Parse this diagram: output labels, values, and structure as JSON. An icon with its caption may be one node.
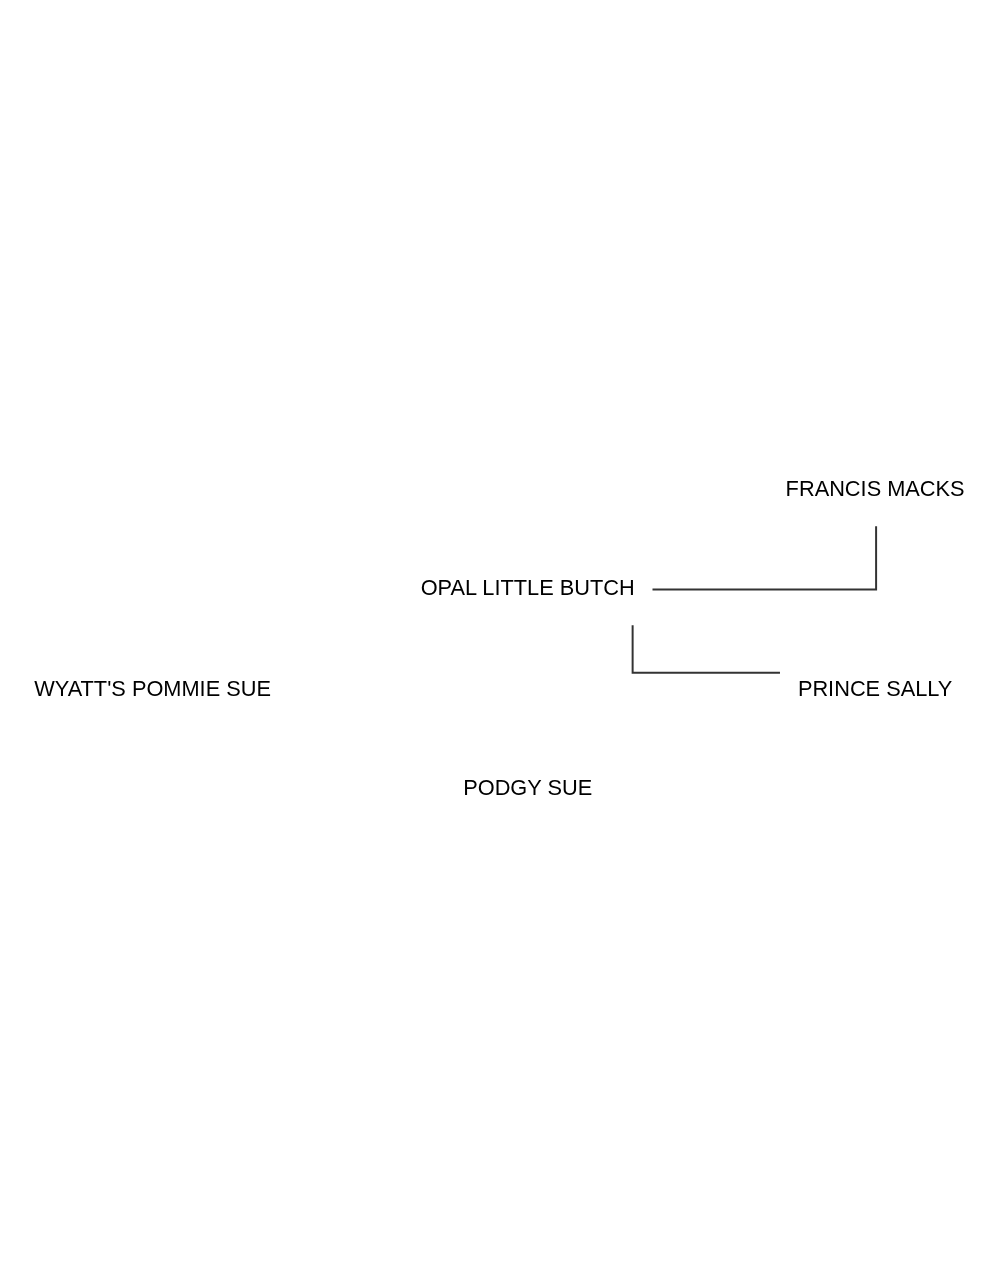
{
  "diagram": {
    "nodes": [
      {
        "text": [
          "FRANCIS MACKS"
        ]
      },
      {
        "text": [
          "OPAL LITTLE BUTCH"
        ]
      },
      {
        "text": [
          "PRINCE SALLY"
        ]
      },
      {
        "text": [
          "WYATT'S POMMIE SUE"
        ]
      },
      {
        "text": [
          "PODGY SUE"
        ]
      }
    ],
    "edges": [
      {
        "from": 1,
        "to": 0,
        "arrow": "none"
      },
      {
        "from": 1,
        "to": 2,
        "arrow": "none"
      }
    ]
  }
}
